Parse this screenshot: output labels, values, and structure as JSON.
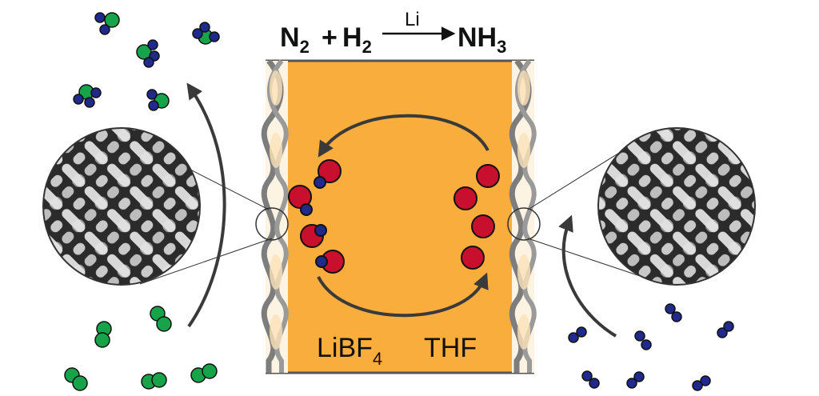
{
  "equation": {
    "reactant_1": "N",
    "reactant_1_sub": "2",
    "plus": "+",
    "reactant_2": "H",
    "reactant_2_sub": "2",
    "catalyst": "Li",
    "product": "NH",
    "product_sub": "3"
  },
  "electrolyte": {
    "salt": "LiBF",
    "salt_sub": "4",
    "solvent": "THF"
  },
  "colors": {
    "electrolyte_fill": "#f9ad3c",
    "electrode_gray": "#7d7d7d",
    "lithium_red": "#c8102e",
    "nitrogen_blue": "#1f2a8c",
    "hydrogen_green": "#17a34a",
    "arrow_dark": "#3a3a3a"
  },
  "icons": {
    "left_magnifier": "woven-mesh-magnified-icon",
    "right_magnifier": "woven-mesh-magnified-icon"
  }
}
